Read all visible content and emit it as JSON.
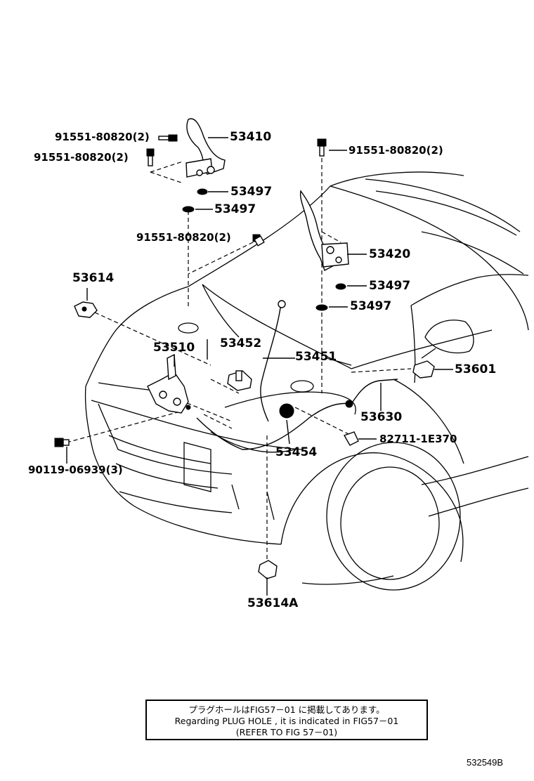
{
  "callouts": {
    "bolt_hinge_upper_left": "91551-80820(2)",
    "bolt_hinge_lower_left": "91551-80820(2)",
    "hinge_left": "53410",
    "cushion_left_1": "53497",
    "cushion_left_2": "53497",
    "bolt_hinge_right_top": "91551-80820(2)",
    "bolt_hood_center": "91551-80820(2)",
    "hinge_right": "53420",
    "cushion_right_1": "53497",
    "cushion_right_2": "53497",
    "clamp_left": "53614",
    "lock_assy": "53510",
    "lock_bracket": "53452",
    "support_rod": "53451",
    "lever_assy": "53601",
    "release_cable": "53630",
    "bolt_lock": "90119-06939(3)",
    "grommet": "53454",
    "clip": "82711-1E370",
    "clamp_lower": "53614A"
  },
  "note": {
    "line_jp": "プラグホールはFIG57－01 に掲載してあります。",
    "line_en": "Regarding  PLUG  HOLE  , it  is  indicated  in  FIG57－01",
    "line_ref": "(REFER TO FIG  57－01)"
  },
  "figure_id": "532549B"
}
